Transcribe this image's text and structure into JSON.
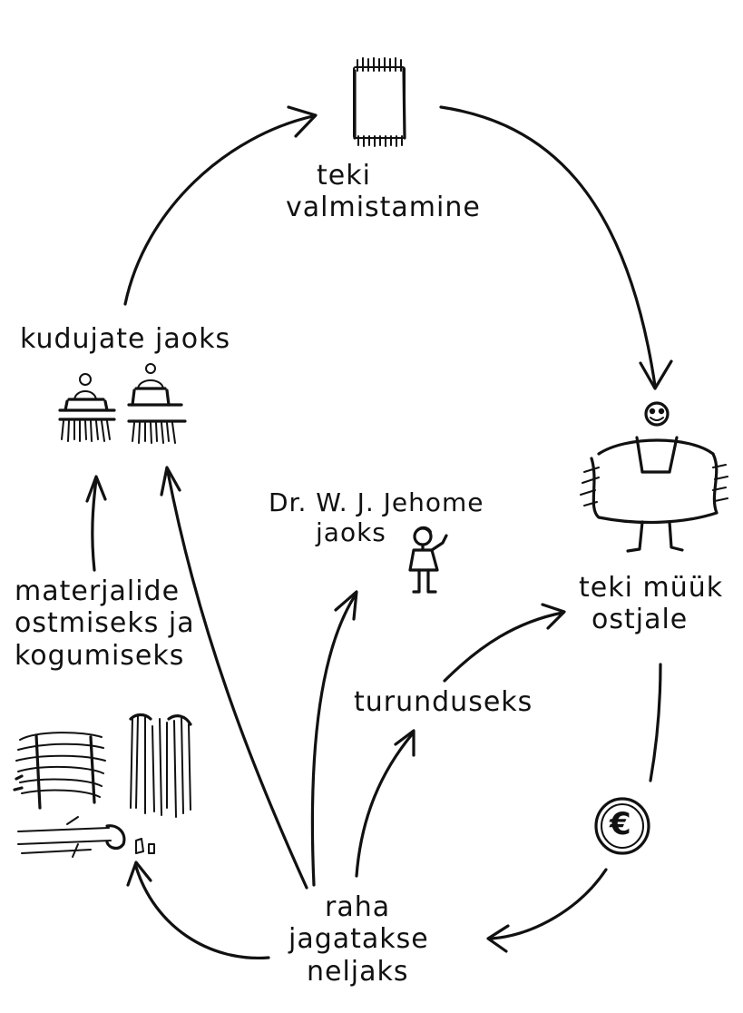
{
  "nodes": {
    "blanket_making": {
      "line1": "teki",
      "line2": "valmistamine"
    },
    "blanket_sale": {
      "line1": "teki müük",
      "line2": "ostjale"
    },
    "money_split": {
      "line1": "raha",
      "line2": "jagatakse",
      "line3": "neljaks"
    },
    "weavers": {
      "line1": "kudujate jaoks"
    },
    "materials": {
      "line1": "materjalide",
      "line2": "ostmiseks ja",
      "line3": "kogumiseks"
    },
    "doctor": {
      "line1": "Dr. W. J. Jehome",
      "line2": "jaoks"
    },
    "marketing": {
      "line1": "turunduseks"
    }
  },
  "icons": {
    "blanket": "blanket-icon",
    "buyer": "buyer-holding-blanket-icon",
    "coin": "euro-coin-icon",
    "coin_symbol": "€",
    "weavers": "weavers-at-looms-icon",
    "doctor": "doctor-figure-icon",
    "materials": "materials-bundles-icon"
  }
}
